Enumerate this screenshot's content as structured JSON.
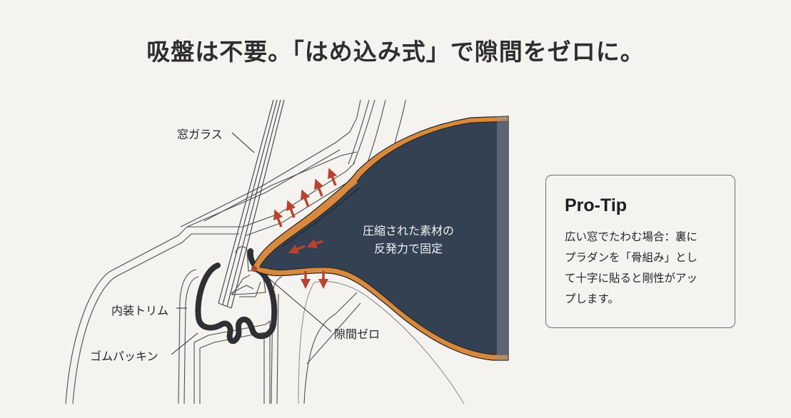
{
  "title": "吸盤は不要。「はめ込み式」で隙間をゼロに。",
  "diagram": {
    "labels": {
      "window_glass": "窓ガラス",
      "interior_trim": "内装トリム",
      "rubber_gasket": "ゴムパッキン",
      "zero_gap": "隙間ゼロ"
    },
    "inner_label": {
      "line1": "圧縮された素材の",
      "line2": "反発力で固定"
    },
    "colors": {
      "panel_fill": "#334153",
      "panel_edge": "#d9893d",
      "arrow": "#b9432f",
      "gasket": "#2f3033",
      "line": "#4a4a4a",
      "background": "#f4f3ef"
    }
  },
  "pro_tip": {
    "heading": "Pro-Tip",
    "lines": [
      "広い窓でたわむ場合：裏に",
      "プラダンを「骨組み」とし",
      "て十字に貼ると剛性がアッ",
      "プします。"
    ]
  }
}
